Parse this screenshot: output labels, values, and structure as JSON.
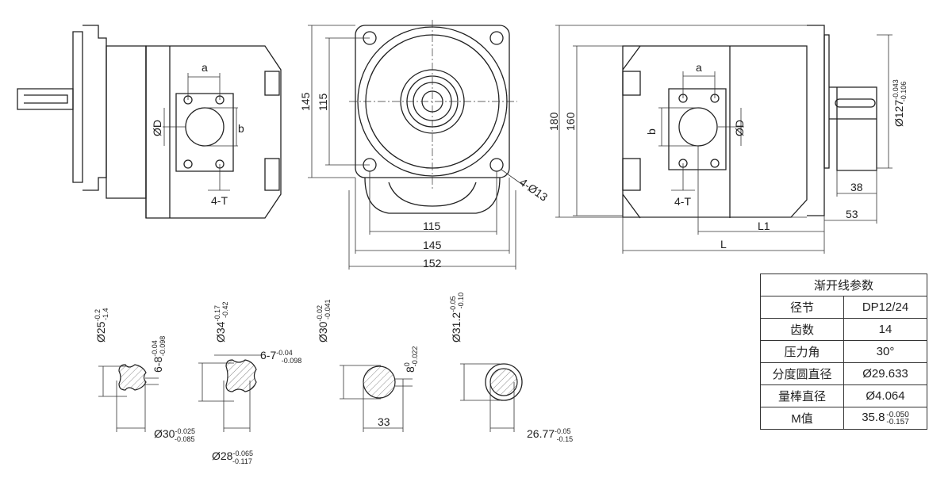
{
  "left_view": {
    "label_a": "a",
    "label_b": "b",
    "label_d": "ØD",
    "label_holes": "4-T"
  },
  "front_view": {
    "dim_145_v": "145",
    "dim_115_v": "115",
    "dim_holes": "4-Ø13",
    "dim_115_h": "115",
    "dim_145_h": "145",
    "dim_152_h": "152"
  },
  "right_view": {
    "label_a": "a",
    "label_b": "b",
    "label_d": "ØD",
    "label_holes": "4-T",
    "dim_180": "180",
    "dim_160": "160",
    "dim_38": "38",
    "dim_53": "53",
    "dim_L1": "L1",
    "dim_L": "L",
    "pilot_dia": "Ø127",
    "pilot_tol_upper": "-0.043",
    "pilot_tol_lower": "-0.106"
  },
  "shafts": [
    {
      "dia": "Ø25",
      "dia_upper": "-0.2",
      "dia_lower": "-1.4",
      "spline": "6-8",
      "spline_upper": "-0.04",
      "spline_lower": "-0.098",
      "bottom": "Ø30",
      "bottom_upper": "-0.025",
      "bottom_lower": "-0.085"
    },
    {
      "dia": "Ø34",
      "dia_upper": "-0.17",
      "dia_lower": "-0.42",
      "spline": "6-7",
      "spline_upper": "-0.04",
      "spline_lower": "-0.098",
      "bottom": "Ø28",
      "bottom_upper": "-0.065",
      "bottom_lower": "-0.117"
    },
    {
      "dia": "Ø30",
      "dia_upper": "-0.02",
      "dia_lower": "-0.041",
      "key": "8",
      "key_upper": "0",
      "key_lower": "-0.022",
      "bottom": "33"
    },
    {
      "dia": "Ø31.2",
      "dia_upper": "-0.05",
      "dia_lower": "-0.10",
      "bottom": "26.77",
      "bottom_upper": "-0.05",
      "bottom_lower": "-0.15"
    }
  ],
  "involute_table": {
    "title": "渐开线参数",
    "rows": [
      {
        "key": "径节",
        "value": "DP12/24"
      },
      {
        "key": "齿数",
        "value": "14"
      },
      {
        "key": "压力角",
        "value": "30°"
      },
      {
        "key": "分度圆直径",
        "value": "Ø29.633"
      },
      {
        "key": "量棒直径",
        "value": "Ø4.064"
      },
      {
        "key": "M值",
        "value": "35.8",
        "upper": "-0.050",
        "lower": "-0.157"
      }
    ]
  }
}
